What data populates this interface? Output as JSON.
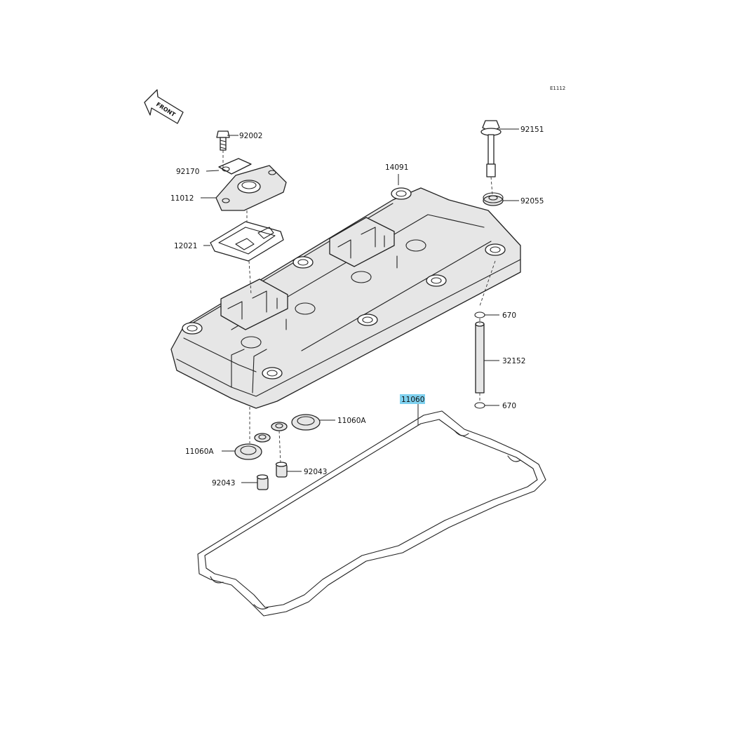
{
  "diagram_code": "E1112",
  "front_label": "FRONT",
  "part_labels": {
    "p92002": "92002",
    "p92170": "92170",
    "p11012": "11012",
    "p12021": "12021",
    "p14091": "14091",
    "p92151": "92151",
    "p92055": "92055",
    "p670_top": "670",
    "p32152": "32152",
    "p670_bottom": "670",
    "p11060": "11060",
    "p11060A_right": "11060A",
    "p11060A_left": "11060A",
    "p92043_right": "92043",
    "p92043_left": "92043"
  },
  "highlighted_part": "11060",
  "colors": {
    "highlight": "#7fd1ef",
    "line": "#222222",
    "background": "#ffffff"
  }
}
